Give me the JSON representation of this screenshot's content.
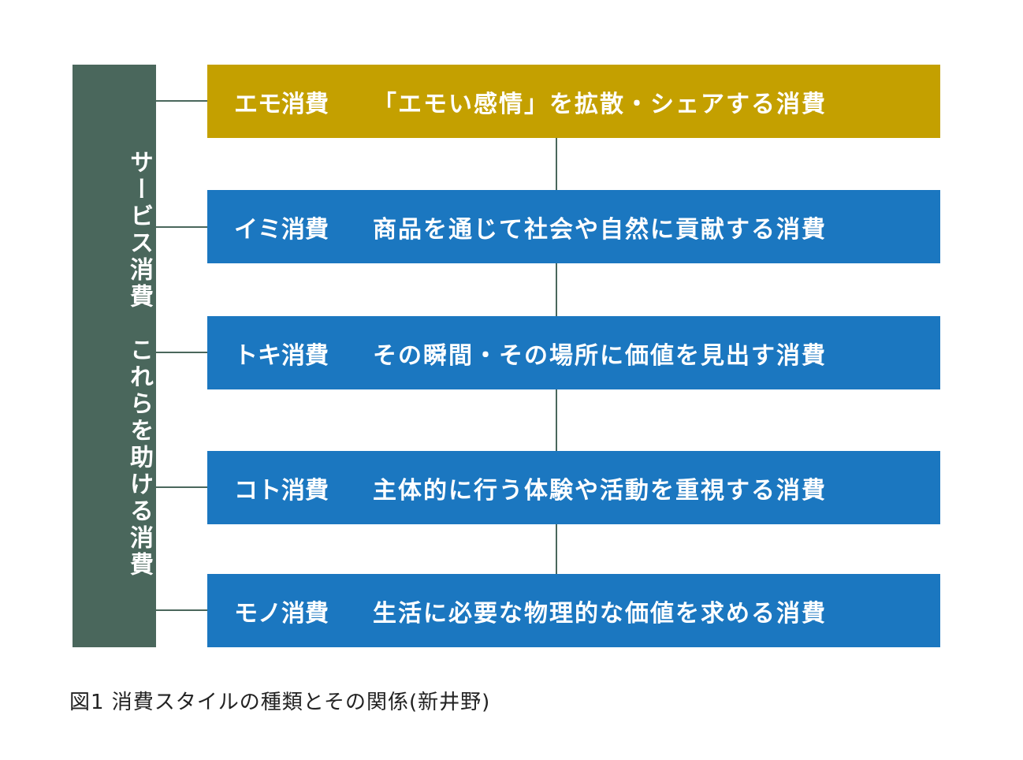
{
  "sidebar": {
    "label": "サービス消費　これらを助ける消費",
    "color": "#4a675c"
  },
  "items": [
    {
      "name": "エモ消費",
      "desc": "「エモい感情」を拡散・シェアする消費",
      "color": "#c4a000"
    },
    {
      "name": "イミ消費",
      "desc": "商品を通じて社会や自然に貢献する消費",
      "color": "#1b77c0"
    },
    {
      "name": "トキ消費",
      "desc": "その瞬間・その場所に価値を見出す消費",
      "color": "#1b77c0"
    },
    {
      "name": "コト消費",
      "desc": "主体的に行う体験や活動を重視する消費",
      "color": "#1b77c0"
    },
    {
      "name": "モノ消費",
      "desc": "生活に必要な物理的な価値を求める消費",
      "color": "#1b77c0"
    }
  ],
  "caption": "図1  消費スタイルの種類とその関係(新井野)"
}
